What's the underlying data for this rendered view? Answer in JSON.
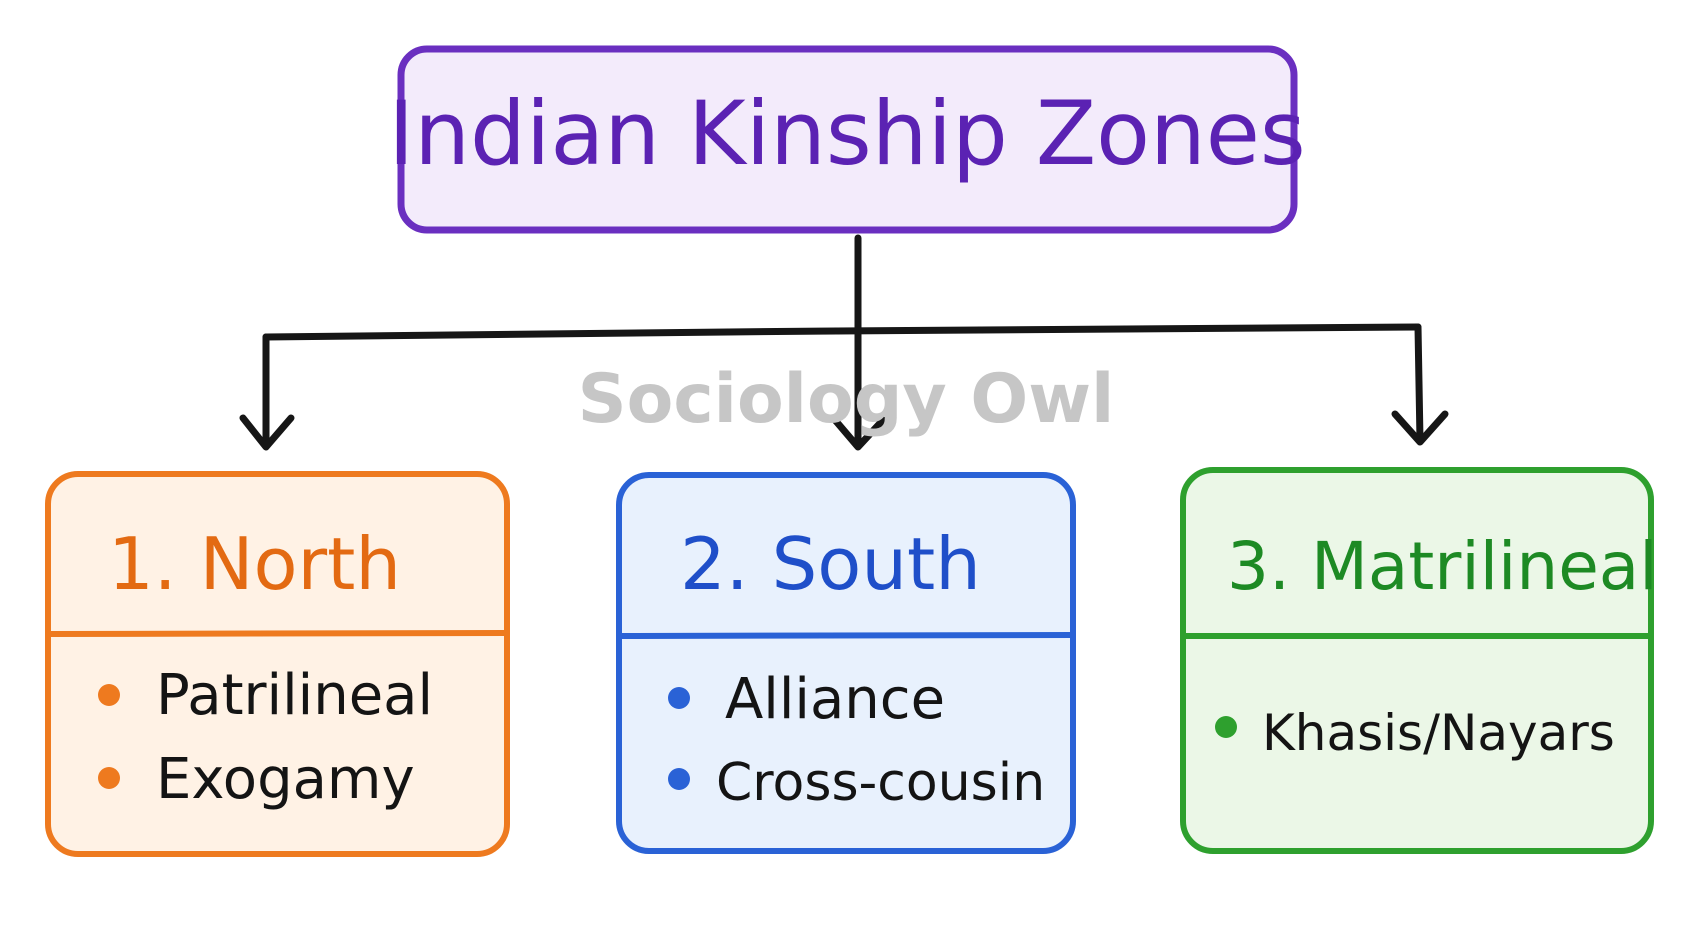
{
  "title": "Indian Kinship Zones",
  "watermark": "Sociology Owl",
  "colors": {
    "title_stroke": "#6a2fc0",
    "title_fill": "#f3ebfb",
    "title_text": "#5b22b3",
    "connector": "#161616",
    "watermark": "#c6c6c6",
    "item_text": "#141414"
  },
  "zones": [
    {
      "heading": "1. North",
      "stroke": "#ee7a1f",
      "fill": "#fff2e5",
      "heading_color": "#e36a12",
      "bullet_color": "#ee7a1f",
      "items": [
        "Patrilineal",
        "Exogamy"
      ]
    },
    {
      "heading": "2. South",
      "stroke": "#2a62d6",
      "fill": "#e8f1fd",
      "heading_color": "#1f4fc9",
      "bullet_color": "#2a62d6",
      "items": [
        "Alliance",
        "Cross-cousin"
      ]
    },
    {
      "heading": "3. Matrilineal",
      "stroke": "#2ea02e",
      "fill": "#ebf7e7",
      "heading_color": "#1d8a24",
      "bullet_color": "#2ea02e",
      "items": [
        "Khasis/Nayars"
      ]
    }
  ]
}
